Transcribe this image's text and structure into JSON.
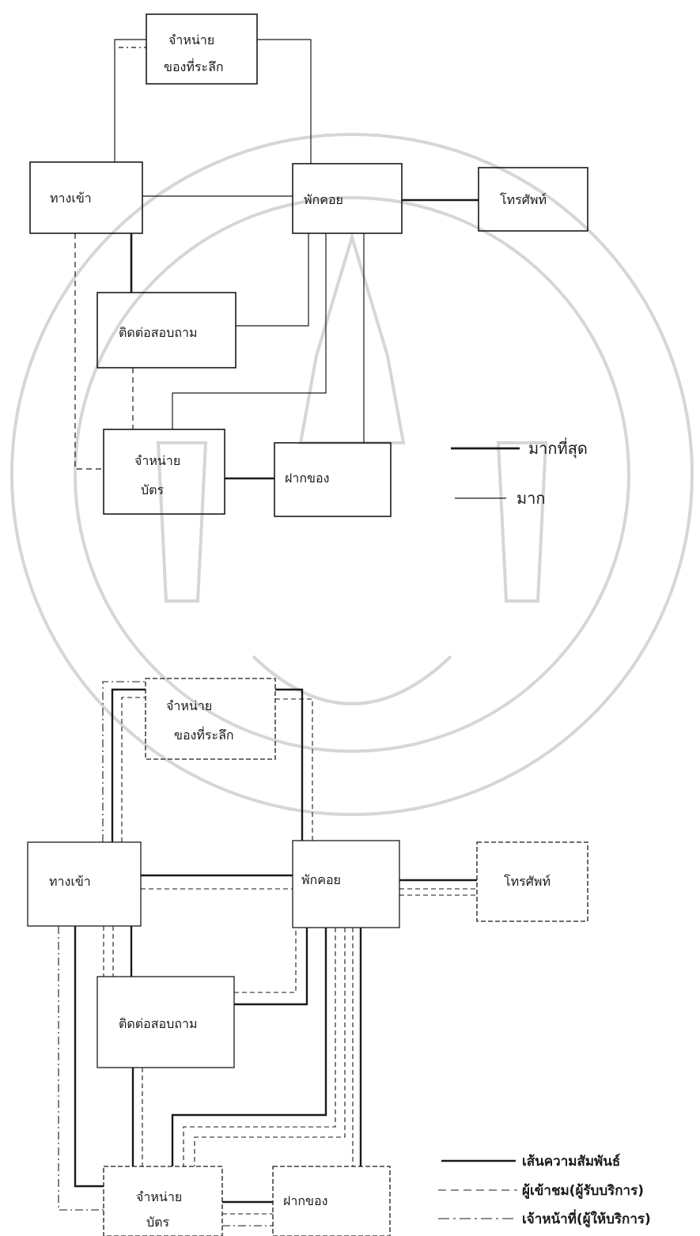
{
  "top_diagram": {
    "nodes": {
      "souvenir": {
        "line1": "จำหน่าย",
        "line2": "ของที่ระลึก"
      },
      "entrance": {
        "label": "ทางเข้า"
      },
      "lounge": {
        "label": "พักคอย"
      },
      "phone": {
        "label": "โทรศัพท์"
      },
      "contact": {
        "label": "ติดต่อสอบถาม"
      },
      "ticket": {
        "line1": "จำหน่าย",
        "line2": "บัตร"
      },
      "cloakroom": {
        "label": "ฝากของ"
      }
    },
    "legend": {
      "most": "มากที่สุด",
      "much": "มาก"
    }
  },
  "bottom_diagram": {
    "nodes": {
      "souvenir": {
        "line1": "จำหน่าย",
        "line2": "ของที่ระลึก"
      },
      "entrance": {
        "label": "ทางเข้า"
      },
      "lounge": {
        "label": "พักคอย"
      },
      "phone": {
        "label": "โทรศัพท์"
      },
      "contact": {
        "label": "ติดต่อสอบถาม"
      },
      "ticket": {
        "line1": "จำหน่าย",
        "line2": "บัตร"
      },
      "cloakroom": {
        "label": "ฝากของ"
      }
    },
    "legend": {
      "relation": "เส้นความสัมพันธ์",
      "visitor": "ผู้เข้าชม(ผู้รับบริการ)",
      "staff": "เจ้าหน้าที่(ผู้ให้บริการ)"
    }
  },
  "colors": {
    "ink": "#1a1a1a",
    "watermark": "#d9d9d9"
  }
}
